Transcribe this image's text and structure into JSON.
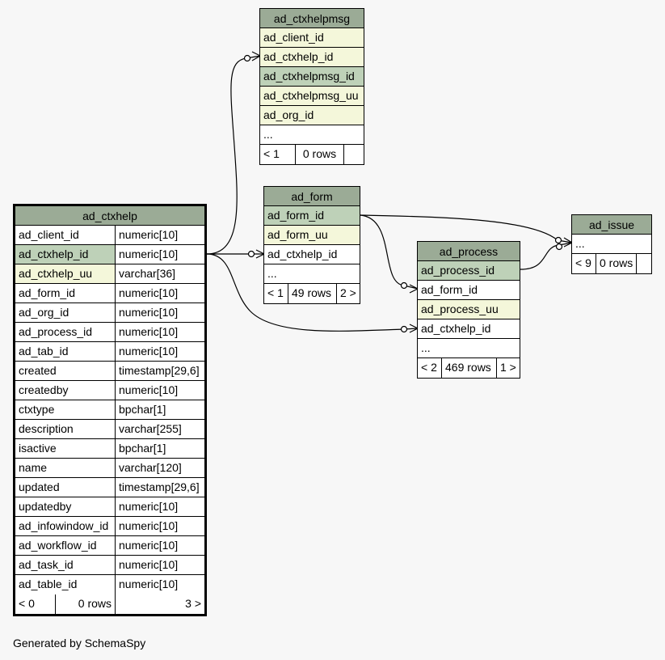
{
  "tables": {
    "ad_ctxhelpmsg": {
      "name": "ad_ctxhelpmsg",
      "columns": [
        {
          "name": "ad_client_id",
          "kind": "idx"
        },
        {
          "name": "ad_ctxhelp_id",
          "kind": "idx"
        },
        {
          "name": "ad_ctxhelpmsg_id",
          "kind": "pk"
        },
        {
          "name": "ad_ctxhelpmsg_uu",
          "kind": "idx"
        },
        {
          "name": "ad_org_id",
          "kind": "idx"
        },
        {
          "name": "...",
          "kind": "plain"
        }
      ],
      "footer": {
        "parents": "< 1",
        "rows": "0 rows",
        "children": ""
      }
    },
    "ad_form": {
      "name": "ad_form",
      "columns": [
        {
          "name": "ad_form_id",
          "kind": "pk"
        },
        {
          "name": "ad_form_uu",
          "kind": "idx"
        },
        {
          "name": "ad_ctxhelp_id",
          "kind": "plain"
        },
        {
          "name": "...",
          "kind": "plain"
        }
      ],
      "footer": {
        "parents": "< 1",
        "rows": "49 rows",
        "children": "2 >"
      }
    },
    "ad_issue": {
      "name": "ad_issue",
      "columns": [
        {
          "name": "...",
          "kind": "plain"
        }
      ],
      "footer": {
        "parents": "< 9",
        "rows": "0 rows",
        "children": ""
      }
    },
    "ad_process": {
      "name": "ad_process",
      "columns": [
        {
          "name": "ad_process_id",
          "kind": "pk"
        },
        {
          "name": "ad_form_id",
          "kind": "plain"
        },
        {
          "name": "ad_process_uu",
          "kind": "idx"
        },
        {
          "name": "ad_ctxhelp_id",
          "kind": "plain"
        },
        {
          "name": "...",
          "kind": "plain"
        }
      ],
      "footer": {
        "parents": "< 2",
        "rows": "469 rows",
        "children": "1 >"
      }
    },
    "ad_ctxhelp": {
      "name": "ad_ctxhelp",
      "columns": [
        {
          "name": "ad_client_id",
          "type": "numeric[10]",
          "kind": "plain"
        },
        {
          "name": "ad_ctxhelp_id",
          "type": "numeric[10]",
          "kind": "pk"
        },
        {
          "name": "ad_ctxhelp_uu",
          "type": "varchar[36]",
          "kind": "idx"
        },
        {
          "name": "ad_form_id",
          "type": "numeric[10]",
          "kind": "plain"
        },
        {
          "name": "ad_org_id",
          "type": "numeric[10]",
          "kind": "plain"
        },
        {
          "name": "ad_process_id",
          "type": "numeric[10]",
          "kind": "plain"
        },
        {
          "name": "ad_tab_id",
          "type": "numeric[10]",
          "kind": "plain"
        },
        {
          "name": "created",
          "type": "timestamp[29,6]",
          "kind": "plain"
        },
        {
          "name": "createdby",
          "type": "numeric[10]",
          "kind": "plain"
        },
        {
          "name": "ctxtype",
          "type": "bpchar[1]",
          "kind": "plain"
        },
        {
          "name": "description",
          "type": "varchar[255]",
          "kind": "plain"
        },
        {
          "name": "isactive",
          "type": "bpchar[1]",
          "kind": "plain"
        },
        {
          "name": "name",
          "type": "varchar[120]",
          "kind": "plain"
        },
        {
          "name": "updated",
          "type": "timestamp[29,6]",
          "kind": "plain"
        },
        {
          "name": "updatedby",
          "type": "numeric[10]",
          "kind": "plain"
        },
        {
          "name": "ad_infowindow_id",
          "type": "numeric[10]",
          "kind": "plain"
        },
        {
          "name": "ad_workflow_id",
          "type": "numeric[10]",
          "kind": "plain"
        },
        {
          "name": "ad_task_id",
          "type": "numeric[10]",
          "kind": "plain"
        },
        {
          "name": "ad_table_id",
          "type": "numeric[10]",
          "kind": "plain"
        }
      ],
      "footer": {
        "parents": "< 0",
        "rows": "0 rows",
        "children": "3 >"
      }
    }
  },
  "credit": "Generated by SchemaSpy",
  "colors": {
    "background": "#f7f7f7",
    "header": "#9bab96",
    "primary_key": "#bed1b8",
    "indexed": "#f4f7da"
  }
}
